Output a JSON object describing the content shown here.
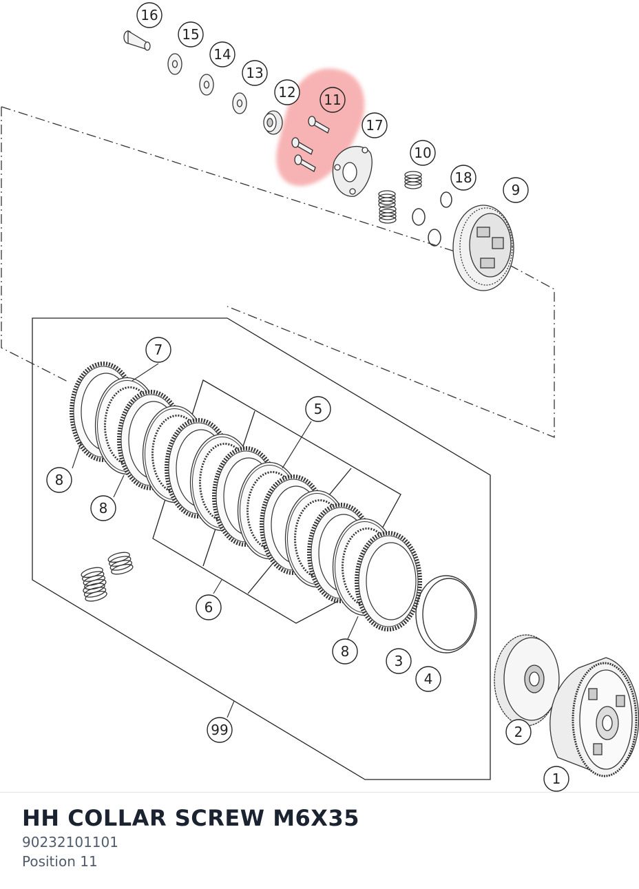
{
  "colors": {
    "highlight": "#f28b8b",
    "ink": "#222222",
    "title": "#1b2230",
    "meta": "#4f5b6b"
  },
  "diagram": {
    "callouts": [
      {
        "label": "16",
        "highlighted": false
      },
      {
        "label": "15",
        "highlighted": false
      },
      {
        "label": "14",
        "highlighted": false
      },
      {
        "label": "13",
        "highlighted": false
      },
      {
        "label": "12",
        "highlighted": false
      },
      {
        "label": "11",
        "highlighted": true
      },
      {
        "label": "17",
        "highlighted": false
      },
      {
        "label": "10",
        "highlighted": false
      },
      {
        "label": "18",
        "highlighted": false
      },
      {
        "label": "9",
        "highlighted": false
      },
      {
        "label": "7",
        "highlighted": false
      },
      {
        "label": "5",
        "highlighted": false
      },
      {
        "label": "8",
        "highlighted": false
      },
      {
        "label": "8",
        "highlighted": false
      },
      {
        "label": "6",
        "highlighted": false
      },
      {
        "label": "8",
        "highlighted": false
      },
      {
        "label": "3",
        "highlighted": false
      },
      {
        "label": "4",
        "highlighted": false
      },
      {
        "label": "2",
        "highlighted": false
      },
      {
        "label": "99",
        "highlighted": false
      },
      {
        "label": "1",
        "highlighted": false
      }
    ]
  },
  "part": {
    "title": "HH COLLAR SCREW M6X35",
    "number": "90232101101",
    "position": "Position 11"
  }
}
